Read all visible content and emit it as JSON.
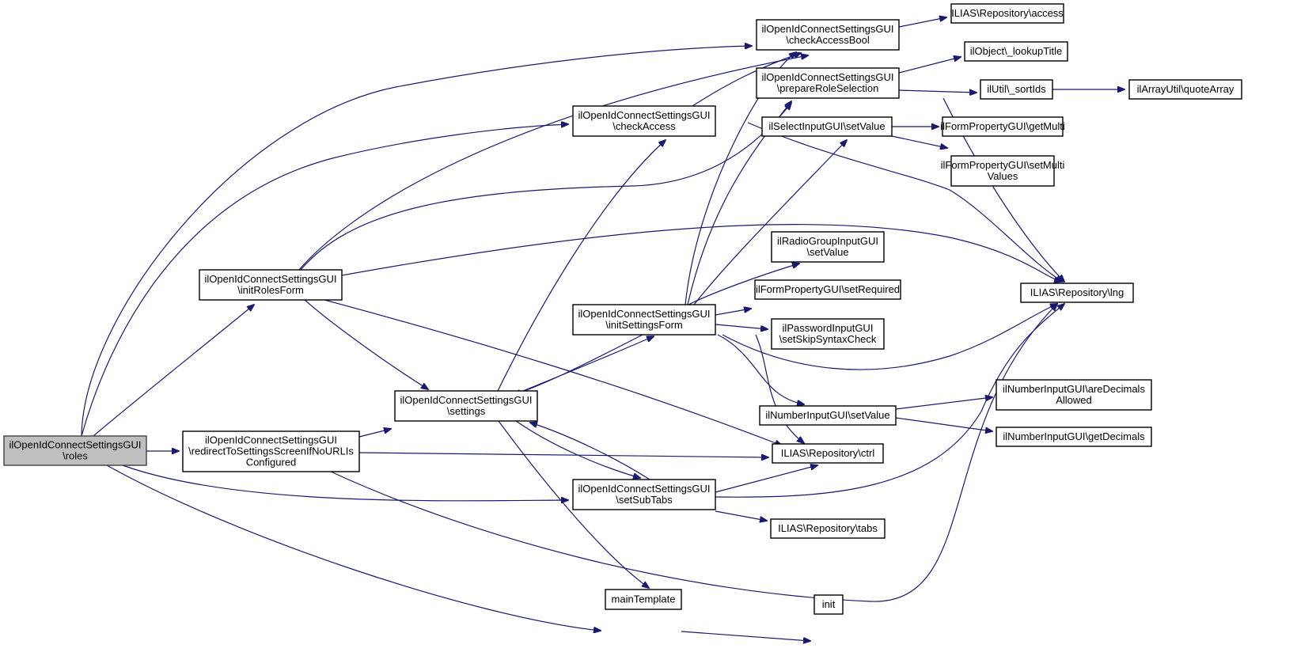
{
  "diagram": {
    "type": "call-graph",
    "edge_color": "#191970",
    "root_fill": "#bfbfbf",
    "node_fill": "#ffffff",
    "nodes": [
      {
        "id": "roles",
        "lines": [
          "ilOpenIdConnectSettingsGUI",
          "\\roles"
        ],
        "root": true
      },
      {
        "id": "redirect",
        "lines": [
          "ilOpenIdConnectSettingsGUI",
          "\\redirectToSettingsScreenIfNoURLIs",
          "Configured"
        ]
      },
      {
        "id": "initRolesForm",
        "lines": [
          "ilOpenIdConnectSettingsGUI",
          "\\initRolesForm"
        ]
      },
      {
        "id": "settings",
        "lines": [
          "ilOpenIdConnectSettingsGUI",
          "\\settings"
        ]
      },
      {
        "id": "checkAccess",
        "lines": [
          "ilOpenIdConnectSettingsGUI",
          "\\checkAccess"
        ]
      },
      {
        "id": "initSettingsForm",
        "lines": [
          "ilOpenIdConnectSettingsGUI",
          "\\initSettingsForm"
        ]
      },
      {
        "id": "setSubTabs",
        "lines": [
          "ilOpenIdConnectSettingsGUI",
          "\\setSubTabs"
        ]
      },
      {
        "id": "mainTemplate",
        "lines": [
          "mainTemplate"
        ]
      },
      {
        "id": "checkAccessBool",
        "lines": [
          "ilOpenIdConnectSettingsGUI",
          "\\checkAccessBool"
        ]
      },
      {
        "id": "prepareRoleSelection",
        "lines": [
          "ilOpenIdConnectSettingsGUI",
          "\\prepareRoleSelection"
        ]
      },
      {
        "id": "selectSetValue",
        "lines": [
          "ilSelectInputGUI\\setValue"
        ]
      },
      {
        "id": "radioSetValue",
        "lines": [
          "ilRadioGroupInputGUI",
          "\\setValue"
        ]
      },
      {
        "id": "setRequired",
        "lines": [
          "ilFormPropertyGUI\\setRequired"
        ]
      },
      {
        "id": "skipSyntax",
        "lines": [
          "ilPasswordInputGUI",
          "\\setSkipSyntaxCheck"
        ]
      },
      {
        "id": "numberSetValue",
        "lines": [
          "ilNumberInputGUI\\setValue"
        ]
      },
      {
        "id": "ctrl",
        "lines": [
          "ILIAS\\Repository\\ctrl"
        ]
      },
      {
        "id": "tabs",
        "lines": [
          "ILIAS\\Repository\\tabs"
        ]
      },
      {
        "id": "init",
        "lines": [
          "init"
        ]
      },
      {
        "id": "access",
        "lines": [
          "ILIAS\\Repository\\access"
        ]
      },
      {
        "id": "lookupTitle",
        "lines": [
          "ilObject\\_lookupTitle"
        ]
      },
      {
        "id": "sortIds",
        "lines": [
          "ilUtil\\_sortIds"
        ]
      },
      {
        "id": "quoteArray",
        "lines": [
          "ilArrayUtil\\quoteArray"
        ]
      },
      {
        "id": "getMulti",
        "lines": [
          "ilFormPropertyGUI\\getMulti"
        ]
      },
      {
        "id": "setMultiValues",
        "lines": [
          "ilFormPropertyGUI\\setMulti",
          "Values"
        ]
      },
      {
        "id": "lng",
        "lines": [
          "ILIAS\\Repository\\lng"
        ]
      },
      {
        "id": "areDecimals",
        "lines": [
          "ilNumberInputGUI\\areDecimals",
          "Allowed"
        ]
      },
      {
        "id": "getDecimals",
        "lines": [
          "ilNumberInputGUI\\getDecimals"
        ]
      }
    ],
    "edges": [
      {
        "from": "roles",
        "to": "redirect"
      },
      {
        "from": "roles",
        "to": "initRolesForm"
      },
      {
        "from": "roles",
        "to": "checkAccess"
      },
      {
        "from": "roles",
        "to": "checkAccessBool"
      },
      {
        "from": "roles",
        "to": "setSubTabs"
      },
      {
        "from": "roles",
        "to": "mainTemplate"
      },
      {
        "from": "redirect",
        "to": "settings"
      },
      {
        "from": "redirect",
        "to": "ctrl"
      },
      {
        "from": "redirect",
        "to": "lng"
      },
      {
        "from": "initRolesForm",
        "to": "settings"
      },
      {
        "from": "initRolesForm",
        "to": "checkAccessBool"
      },
      {
        "from": "initRolesForm",
        "to": "prepareRoleSelection"
      },
      {
        "from": "initRolesForm",
        "to": "lng"
      },
      {
        "from": "initRolesForm",
        "to": "ctrl"
      },
      {
        "from": "settings",
        "to": "checkAccess"
      },
      {
        "from": "settings",
        "to": "initSettingsForm"
      },
      {
        "from": "settings",
        "to": "setSubTabs"
      },
      {
        "from": "settings",
        "to": "mainTemplate"
      },
      {
        "from": "checkAccess",
        "to": "checkAccessBool"
      },
      {
        "from": "checkAccess",
        "to": "lng"
      },
      {
        "from": "initSettingsForm",
        "to": "settings"
      },
      {
        "from": "initSettingsForm",
        "to": "checkAccessBool"
      },
      {
        "from": "initSettingsForm",
        "to": "prepareRoleSelection"
      },
      {
        "from": "initSettingsForm",
        "to": "selectSetValue"
      },
      {
        "from": "initSettingsForm",
        "to": "radioSetValue"
      },
      {
        "from": "initSettingsForm",
        "to": "setRequired"
      },
      {
        "from": "initSettingsForm",
        "to": "skipSyntax"
      },
      {
        "from": "initSettingsForm",
        "to": "numberSetValue"
      },
      {
        "from": "initSettingsForm",
        "to": "ctrl"
      },
      {
        "from": "initSettingsForm",
        "to": "lng"
      },
      {
        "from": "setSubTabs",
        "to": "settings"
      },
      {
        "from": "setSubTabs",
        "to": "ctrl"
      },
      {
        "from": "setSubTabs",
        "to": "tabs"
      },
      {
        "from": "setSubTabs",
        "to": "lng"
      },
      {
        "from": "mainTemplate",
        "to": "init"
      },
      {
        "from": "checkAccessBool",
        "to": "access"
      },
      {
        "from": "prepareRoleSelection",
        "to": "lookupTitle"
      },
      {
        "from": "prepareRoleSelection",
        "to": "sortIds"
      },
      {
        "from": "prepareRoleSelection",
        "to": "lng"
      },
      {
        "from": "sortIds",
        "to": "quoteArray"
      },
      {
        "from": "selectSetValue",
        "to": "getMulti"
      },
      {
        "from": "selectSetValue",
        "to": "setMultiValues"
      },
      {
        "from": "numberSetValue",
        "to": "areDecimals"
      },
      {
        "from": "numberSetValue",
        "to": "getDecimals"
      }
    ]
  }
}
